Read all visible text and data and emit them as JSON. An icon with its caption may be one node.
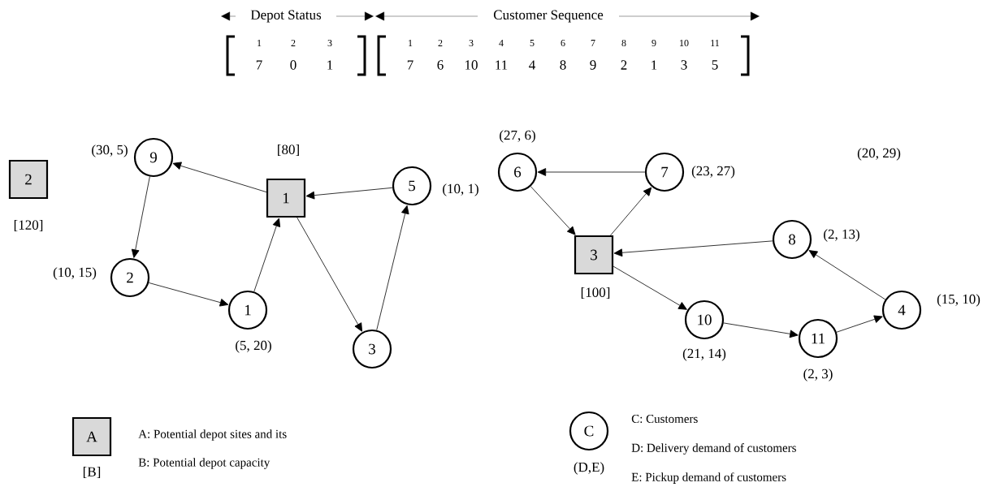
{
  "diagram": {
    "nodes": [
      {
        "text": [
          "2"
        ],
        "beside": [
          "[120]"
        ]
      },
      {
        "text": [
          "9"
        ],
        "beside": [
          "(30, 5)"
        ]
      },
      {
        "text": [
          "1"
        ],
        "beside": [
          "[80]"
        ]
      },
      {
        "text": [
          "5"
        ],
        "beside": [
          "(10, 1)"
        ]
      },
      {
        "text": [
          "2"
        ],
        "beside": [
          "(10, 15)"
        ]
      },
      {
        "text": [
          "1"
        ],
        "beside": [
          "(5, 20)"
        ]
      },
      {
        "text": [
          "3"
        ]
      },
      {
        "text": [
          "6"
        ],
        "beside": [
          "(27, 6)"
        ]
      },
      {
        "text": [
          "7"
        ],
        "beside": [
          "(23, 27)"
        ]
      },
      {
        "text": [
          "3"
        ],
        "beside": [
          "[100]"
        ]
      },
      {
        "text": [
          "8"
        ],
        "beside": [
          "(2, 13)"
        ]
      },
      {
        "text": [
          "10"
        ],
        "beside": [
          "(21, 14)"
        ]
      },
      {
        "text": [
          "11"
        ],
        "beside": [
          "(2, 3)"
        ]
      },
      {
        "text": [
          "4"
        ],
        "beside": [
          "(15, 10)"
        ]
      },
      {
        "text": [
          "A"
        ],
        "beside": [
          "[B]"
        ]
      },
      {
        "text": [
          "C"
        ],
        "beside": [
          "(D,E)"
        ]
      }
    ],
    "edges": [
      {
        "from": 2,
        "to": 1,
        "arrow": "to"
      },
      {
        "from": 1,
        "to": 4,
        "arrow": "to"
      },
      {
        "from": 4,
        "to": 5,
        "arrow": "to"
      },
      {
        "from": 5,
        "to": 2,
        "arrow": "to"
      },
      {
        "from": 2,
        "to": 6,
        "arrow": "to"
      },
      {
        "from": 6,
        "to": 3,
        "arrow": "to"
      },
      {
        "from": 3,
        "to": 2,
        "arrow": "to"
      },
      {
        "from": 8,
        "to": 7,
        "arrow": "to"
      },
      {
        "from": 7,
        "to": 9,
        "arrow": "to"
      },
      {
        "from": 9,
        "to": 8,
        "arrow": "to"
      },
      {
        "from": 9,
        "to": 11,
        "arrow": "to"
      },
      {
        "from": 11,
        "to": 12,
        "arrow": "to"
      },
      {
        "from": 12,
        "to": 13,
        "arrow": "to"
      },
      {
        "from": 13,
        "to": 10,
        "arrow": "to"
      },
      {
        "from": 10,
        "to": 9,
        "arrow": "to"
      }
    ],
    "labels": [
      "Depot Status",
      "Customer Sequence",
      "1",
      "2",
      "3",
      "7",
      "0",
      "1",
      "1",
      "2",
      "3",
      "4",
      "5",
      "6",
      "7",
      "8",
      "9",
      "10",
      "11",
      "7",
      "6",
      "10",
      "11",
      "4",
      "8",
      "9",
      "2",
      "1",
      "3",
      "5",
      "(20, 29)",
      "A: Potential depot sites and its",
      "B: Potential depot capacity",
      "C: Customers",
      "D: Delivery demand of customers",
      "E: Pickup demand of customers"
    ]
  }
}
